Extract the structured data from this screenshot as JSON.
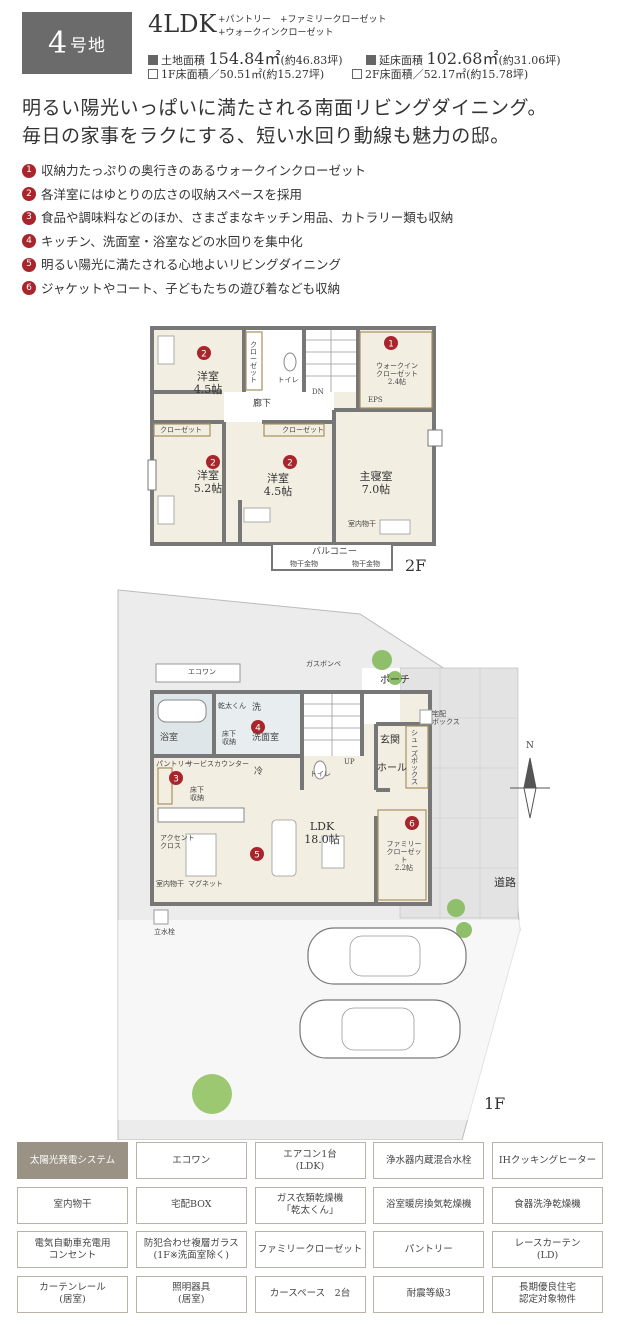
{
  "header": {
    "lot_number": "4",
    "lot_suffix": "号地",
    "plan_type": "4LDK",
    "extras_line1": "+パントリー　+ファミリークローゼット",
    "extras_line2": "+ウォークインクローゼット"
  },
  "specs": {
    "land_area_label": "土地面積",
    "land_area_value": "154.84㎡",
    "land_area_tsubo": "(約46.83坪)",
    "floor_area_label": "延床面積",
    "floor_area_value": "102.68㎡",
    "floor_area_tsubo": "(約31.06坪)",
    "first_floor_label": "1F床面積／",
    "first_floor_value": "50.51㎡(約15.27坪)",
    "second_floor_label": "2F床面積／",
    "second_floor_value": "52.17㎡(約15.78坪)"
  },
  "headline": {
    "line1": "明るい陽光いっぱいに満たされる南面リビングダイニング。",
    "line2": "毎日の家事をラクにする、短い水回り動線も魅力の邸。"
  },
  "features": [
    {
      "num": "1",
      "text": "収納力たっぷりの奥行きのあるウォークインクローゼット"
    },
    {
      "num": "2",
      "text": "各洋室にはゆとりの広さの収納スペースを採用"
    },
    {
      "num": "3",
      "text": "食品や調味料などのほか、さまざまなキッチン用品、カトラリー類も収納"
    },
    {
      "num": "4",
      "text": "キッチン、洗面室・浴室などの水回りを集中化"
    },
    {
      "num": "5",
      "text": "明るい陽光に満たされる心地よいリビングダイニング"
    },
    {
      "num": "6",
      "text": "ジャケットやコート、子どもたちの遊び着なども収納"
    }
  ],
  "floor2": {
    "label": "2F",
    "room_nw": "洋室\n4.5帖",
    "room_sw": "洋室\n5.2帖",
    "room_sc": "洋室\n4.5帖",
    "master": "主寝室\n7.0帖",
    "wic": "ウォークイン\nクローゼット\n2.4帖",
    "hall": "廊下",
    "toilet": "トイレ",
    "closet": "クローゼット",
    "closet_v": "クローゼット",
    "balcony": "バルコニー",
    "dn": "DN",
    "eps": "EPS",
    "drying": "物干金物",
    "indoor_dry": "室内物干"
  },
  "floor1": {
    "label": "1F",
    "ldk": "LDK\n18.0帖",
    "bath": "浴室",
    "washroom": "洗面室",
    "wash": "洗",
    "toilet": "トイレ",
    "hall": "ホール",
    "entrance": "玄関",
    "porch": "ポーチ",
    "pantry": "パントリー",
    "service_counter": "サービスカウンター",
    "fridge": "冷",
    "underfloor": "床下\n収納",
    "underfloor2": "床下\n収納",
    "family_closet": "ファミリー\nクローゼット\n2.2帖",
    "shoes_box": "シューズボックス",
    "ecowan": "エコワン",
    "gas_cylinder": "ガスボンベ",
    "delivery_box": "宅配\nボックス",
    "dryer": "乾太くん",
    "up": "UP",
    "faucet": "立水栓",
    "accent_cloth": "アクセント\nクロス",
    "indoor_dry": "室内物干",
    "magnet": "マグネット",
    "road": "道路",
    "north": "N"
  },
  "equipment": [
    {
      "text": "太陽光発電システム",
      "highlight": true
    },
    {
      "text": "エコワン",
      "highlight": false
    },
    {
      "text": "エアコン1台\n(LDK)",
      "highlight": false
    },
    {
      "text": "浄水器内蔵混合水栓",
      "highlight": false
    },
    {
      "text": "IHクッキングヒーター",
      "highlight": false
    },
    {
      "text": "室内物干",
      "highlight": false
    },
    {
      "text": "宅配BOX",
      "highlight": false
    },
    {
      "text": "ガス衣類乾燥機\n「乾太くん」",
      "highlight": false
    },
    {
      "text": "浴室暖房換気乾燥機",
      "highlight": false
    },
    {
      "text": "食器洗浄乾燥機",
      "highlight": false
    },
    {
      "text": "電気自動車充電用\nコンセント",
      "highlight": false
    },
    {
      "text": "防犯合わせ複層ガラス\n(1F※洗面室除く)",
      "highlight": false
    },
    {
      "text": "ファミリークローゼット",
      "highlight": false
    },
    {
      "text": "パントリー",
      "highlight": false
    },
    {
      "text": "レースカーテン\n(LD)",
      "highlight": false
    },
    {
      "text": "カーテンレール\n(居室)",
      "highlight": false
    },
    {
      "text": "照明器具\n(居室)",
      "highlight": false
    },
    {
      "text": "カースペース　2台",
      "highlight": false
    },
    {
      "text": "耐震等級3",
      "highlight": false
    },
    {
      "text": "長期優良住宅\n認定対象物件",
      "highlight": false
    }
  ],
  "colors": {
    "badge": "#6b6b6b",
    "accent_red": "#a8262b",
    "floor": "#f3eee2",
    "wall": "#777777",
    "ground": "#ececec",
    "equip_highlight": "#9a9284"
  }
}
